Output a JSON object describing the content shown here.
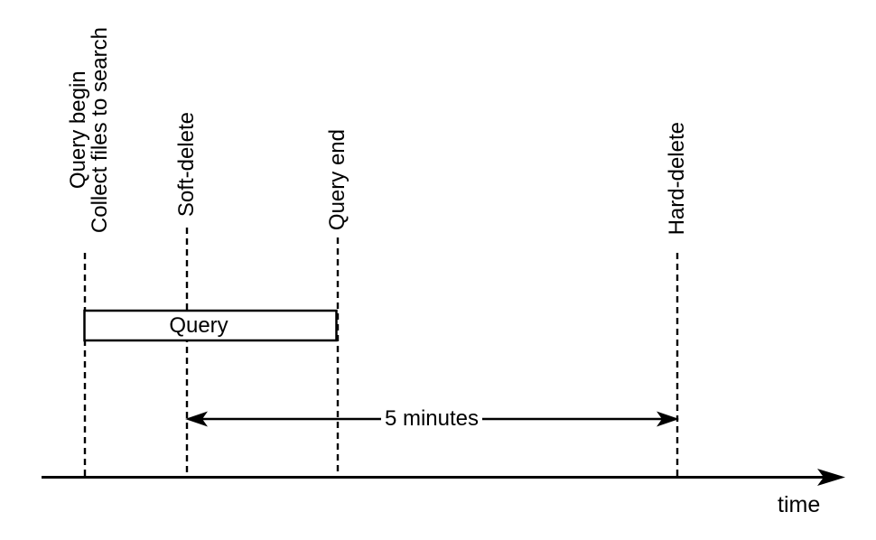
{
  "timeline": {
    "milestones": [
      {
        "lines": [
          "Query begin",
          "Collect files to search"
        ]
      },
      {
        "lines": [
          "Soft-delete"
        ]
      },
      {
        "lines": [
          "Query end"
        ]
      },
      {
        "lines": [
          "Hard-delete"
        ]
      }
    ],
    "interval_label": "Query",
    "duration_label": "5 minutes",
    "axis_label": "time",
    "colors": {
      "background": "#ffffff",
      "line": "#000000",
      "text": "#000000"
    }
  }
}
